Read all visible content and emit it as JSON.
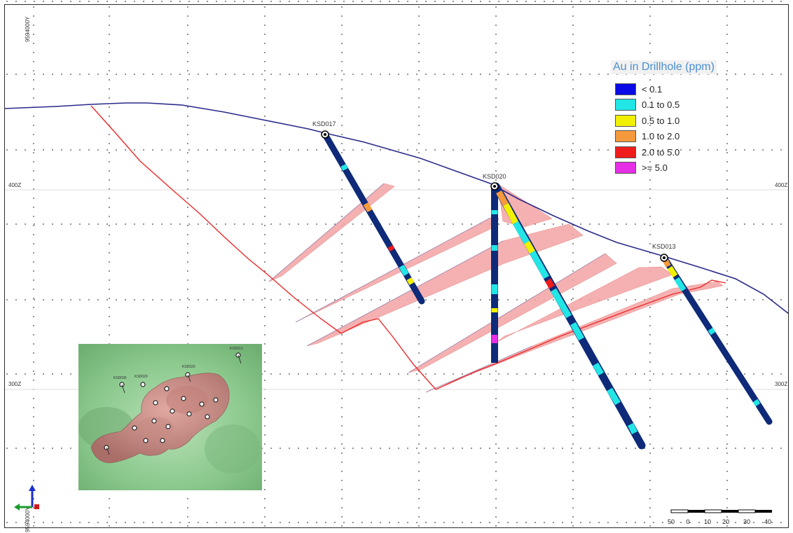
{
  "section": {
    "northing_top": "9594000Y",
    "northing_bottom": "9594000Y",
    "elev_400_left": "400Z",
    "elev_400_right": "400Z",
    "elev_300_left": "300Z",
    "elev_300_right": "300Z"
  },
  "drillholes": [
    {
      "id": "KSD017"
    },
    {
      "id": "KSD020"
    },
    {
      "id": "KSD013"
    }
  ],
  "legend": {
    "title": "Au in Drillhole (ppm)",
    "items": [
      {
        "label": "< 0.1",
        "color": "#0a0ae6"
      },
      {
        "label": "0.1 to 0.5",
        "color": "#22e6e6"
      },
      {
        "label": "0.5 to 1.0",
        "color": "#f0f000"
      },
      {
        "label": "1.0 to 2.0",
        "color": "#f59a3c"
      },
      {
        "label": "2.0 to 5.0",
        "color": "#ee1c1c"
      },
      {
        "label": ">= 5.0",
        "color": "#e62ee6"
      }
    ]
  },
  "inset_map": {
    "hole_labels": [
      "KSD013",
      "KSD036",
      "KSD029",
      "KSD020"
    ]
  },
  "scale_bar": {
    "ticks": [
      "50",
      "0",
      "10",
      "20",
      "30",
      "40"
    ]
  },
  "colors": {
    "topography": "#2a2a8a",
    "weathering_line": "#ee2a2a",
    "mineralisation_fill": "#f3a3a3",
    "hole_base": "#0e2a78",
    "inset_ground": "#8cc98e",
    "inset_pit": "#c98c84"
  }
}
